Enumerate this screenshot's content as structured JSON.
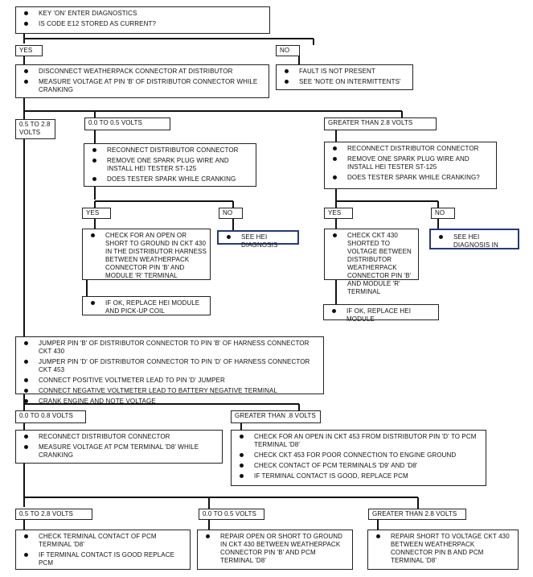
{
  "start": {
    "items": [
      "KEY 'ON' ENTER DIAGNOSTICS",
      "IS CODE E12 STORED AS CURRENT?"
    ]
  },
  "branch1": {
    "yes": "YES",
    "no": "NO"
  },
  "yes_box": {
    "items": [
      "DISCONNECT WEATHERPACK CONNECTOR AT DISTRIBUTOR",
      "MEASURE VOLTAGE AT PIN 'B' OF DISTRIBUTOR CONNECTOR WHILE CRANKING"
    ]
  },
  "no_box": {
    "items": [
      "FAULT IS NOT PRESENT",
      "SEE 'NOTE ON INTERMITTENTS'"
    ]
  },
  "volts1": {
    "low": "0.5 TO 2.8 VOLTS",
    "zero": "0.0 TO 0.5 VOLTS",
    "high": "GREATER THAN 2.8 VOLTS"
  },
  "left_reconnect": {
    "items": [
      "RECONNECT DISTRIBUTOR CONNECTOR",
      "REMOVE ONE SPARK PLUG WIRE AND INSTALL HEI TESTER ST-125",
      "DOES TESTER SPARK WHILE CRANKING"
    ]
  },
  "right_reconnect": {
    "items": [
      "RECONNECT DISTRIBUTOR CONNECTOR",
      "REMOVE ONE SPARK PLUG WIRE AND INSTALL HEI TESTER ST-125",
      "DOES TESTER SPARK WHILE CRANKING?"
    ]
  },
  "left_yn": {
    "yes": "YES",
    "no": "NO"
  },
  "right_yn": {
    "yes": "YES",
    "no": "NO"
  },
  "left_yes_box": {
    "items": [
      "CHECK FOR AN OPEN OR SHORT TO GROUND IN CKT 430 IN THE DISTRIBUTOR HARNESS BETWEEN WEATHERPACK CONNECTOR PIN 'B' AND MODULE 'R' TERMINAL"
    ]
  },
  "left_no_box": {
    "items": [
      "SEE HEI DIAGNOSIS"
    ]
  },
  "right_yes_box": {
    "items": [
      "CHECK CKT 430 SHORTED TO VOLTAGE BETWEEN DISTRIBUTOR WEATHERPACK CONNECTOR PIN 'B' AND MODULE 'R' TERMINAL"
    ]
  },
  "right_no_box": {
    "items": [
      "SEE HEI DIAGNOSIS IN"
    ]
  },
  "left_ok_box": {
    "items": [
      "IF OK, REPLACE HEI MODULE AND PICK-UP COIL"
    ]
  },
  "right_ok_box": {
    "items": [
      "IF OK, REPLACE HEI MODULE"
    ]
  },
  "jumper_box": {
    "items": [
      "JUMPER PIN 'B' OF DISTRIBUTOR CONNECTOR TO PIN 'B' OF HARNESS CONNECTOR CKT 430",
      "JUMPER PIN 'D' OF DISTRIBUTOR CONNECTOR TO PIN 'D' OF HARNESS CONNECTOR CKT 453",
      "CONNECT POSITIVE VOLTMETER LEAD TO PIN 'D' JUMPER",
      "CONNECT NEGATIVE VOLTMETER LEAD TO BATTERY NEGATIVE TERMINAL",
      "CRANK ENGINE AND NOTE VOLTAGE"
    ]
  },
  "volts2": {
    "low": "0.0 TO 0.8 VOLTS",
    "high": "GREATER THAN .8 VOLTS"
  },
  "reconnect_pcm": {
    "items": [
      "RECONNECT DISTRIBUTOR CONNECTOR",
      "MEASURE VOLTAGE AT PCM TERMINAL 'D8' WHILE CRANKING"
    ]
  },
  "check_open": {
    "items": [
      "CHECK FOR AN OPEN IN CKT 453 FROM DISTRIBUTOR PIN 'D' TO PCM TERMINAL 'D8'",
      "CHECK CKT 453 FOR POOR CONNECTION TO ENGINE GROUND",
      "CHECK CONTACT OF PCM TERMINALS 'D9' AND 'D8'",
      "IF TERMINAL CONTACT IS GOOD, REPLACE PCM"
    ]
  },
  "volts3": {
    "a": "0.5 TO 2.8 VOLTS",
    "b": "0.0 TO 0.5 VOLTS",
    "c": "GREATER THAN 2.8 VOLTS"
  },
  "final_a": {
    "items": [
      "CHECK TERMINAL CONTACT OF PCM TERMINAL 'D8'",
      "IF TERMINAL CONTACT IS GOOD REPLACE PCM"
    ]
  },
  "final_b": {
    "items": [
      "REPAIR OPEN OR SHORT TO GROUND IN CKT 430 BETWEEN WEATHERPACK CONNECTOR PIN 'B' AND PCM TERMINAL 'D8'"
    ]
  },
  "final_c": {
    "items": [
      "REPAIR SHORT TO VOLTAGE CKT 430 BETWEEN WEATHERPACK CONNECTOR PIN B AND PCM TERMINAL 'D8'"
    ]
  }
}
